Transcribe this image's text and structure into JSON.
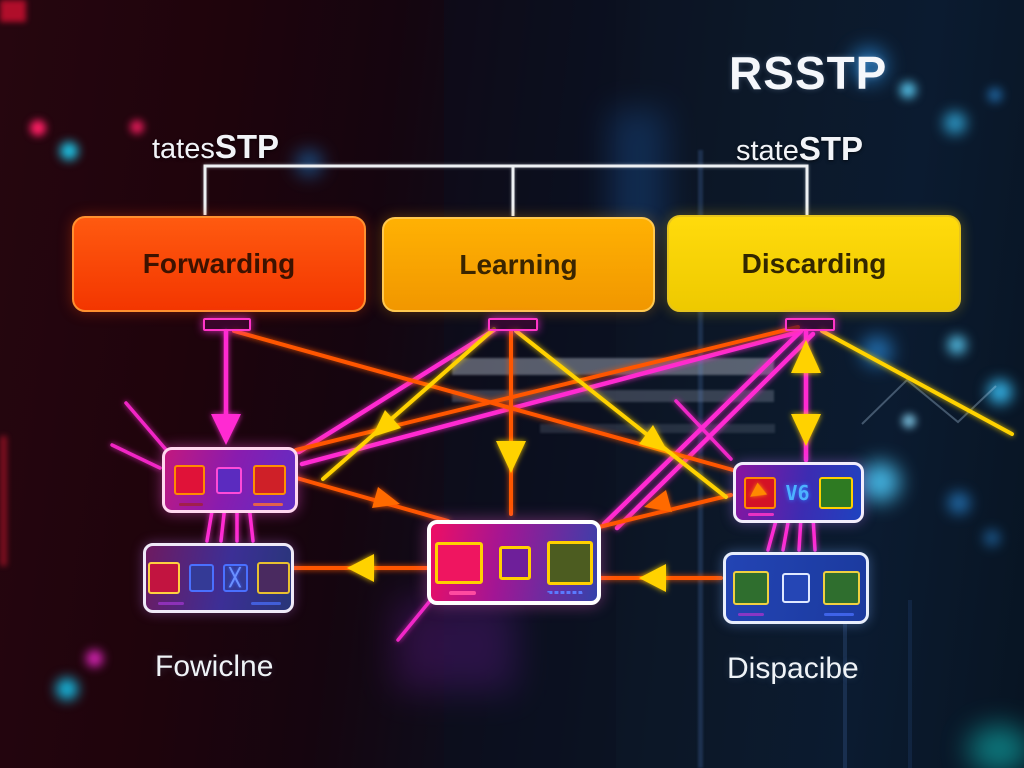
{
  "title": "RSSTP",
  "branch_labels": {
    "left": {
      "prefix": "tates",
      "suffix": "STP"
    },
    "right": {
      "prefix": "state",
      "suffix": "STP"
    }
  },
  "states": [
    {
      "label": "Forwarding",
      "color": "#ff4a08"
    },
    {
      "label": "Learning",
      "color": "#f8a600"
    },
    {
      "label": "Discarding",
      "color": "#f6d40a"
    }
  ],
  "device_captions": {
    "left": "Fowiclne",
    "right": "Dispacibe"
  },
  "devices": {
    "right_top_display": "V6"
  },
  "accent_colors": {
    "magenta_line": "#ff2ad2",
    "orange_line": "#ff5606",
    "yellow_line": "#ffd206",
    "bracket_line": "#eef1f4",
    "background_left": "#1f040c",
    "background_right": "#0b1b30"
  }
}
